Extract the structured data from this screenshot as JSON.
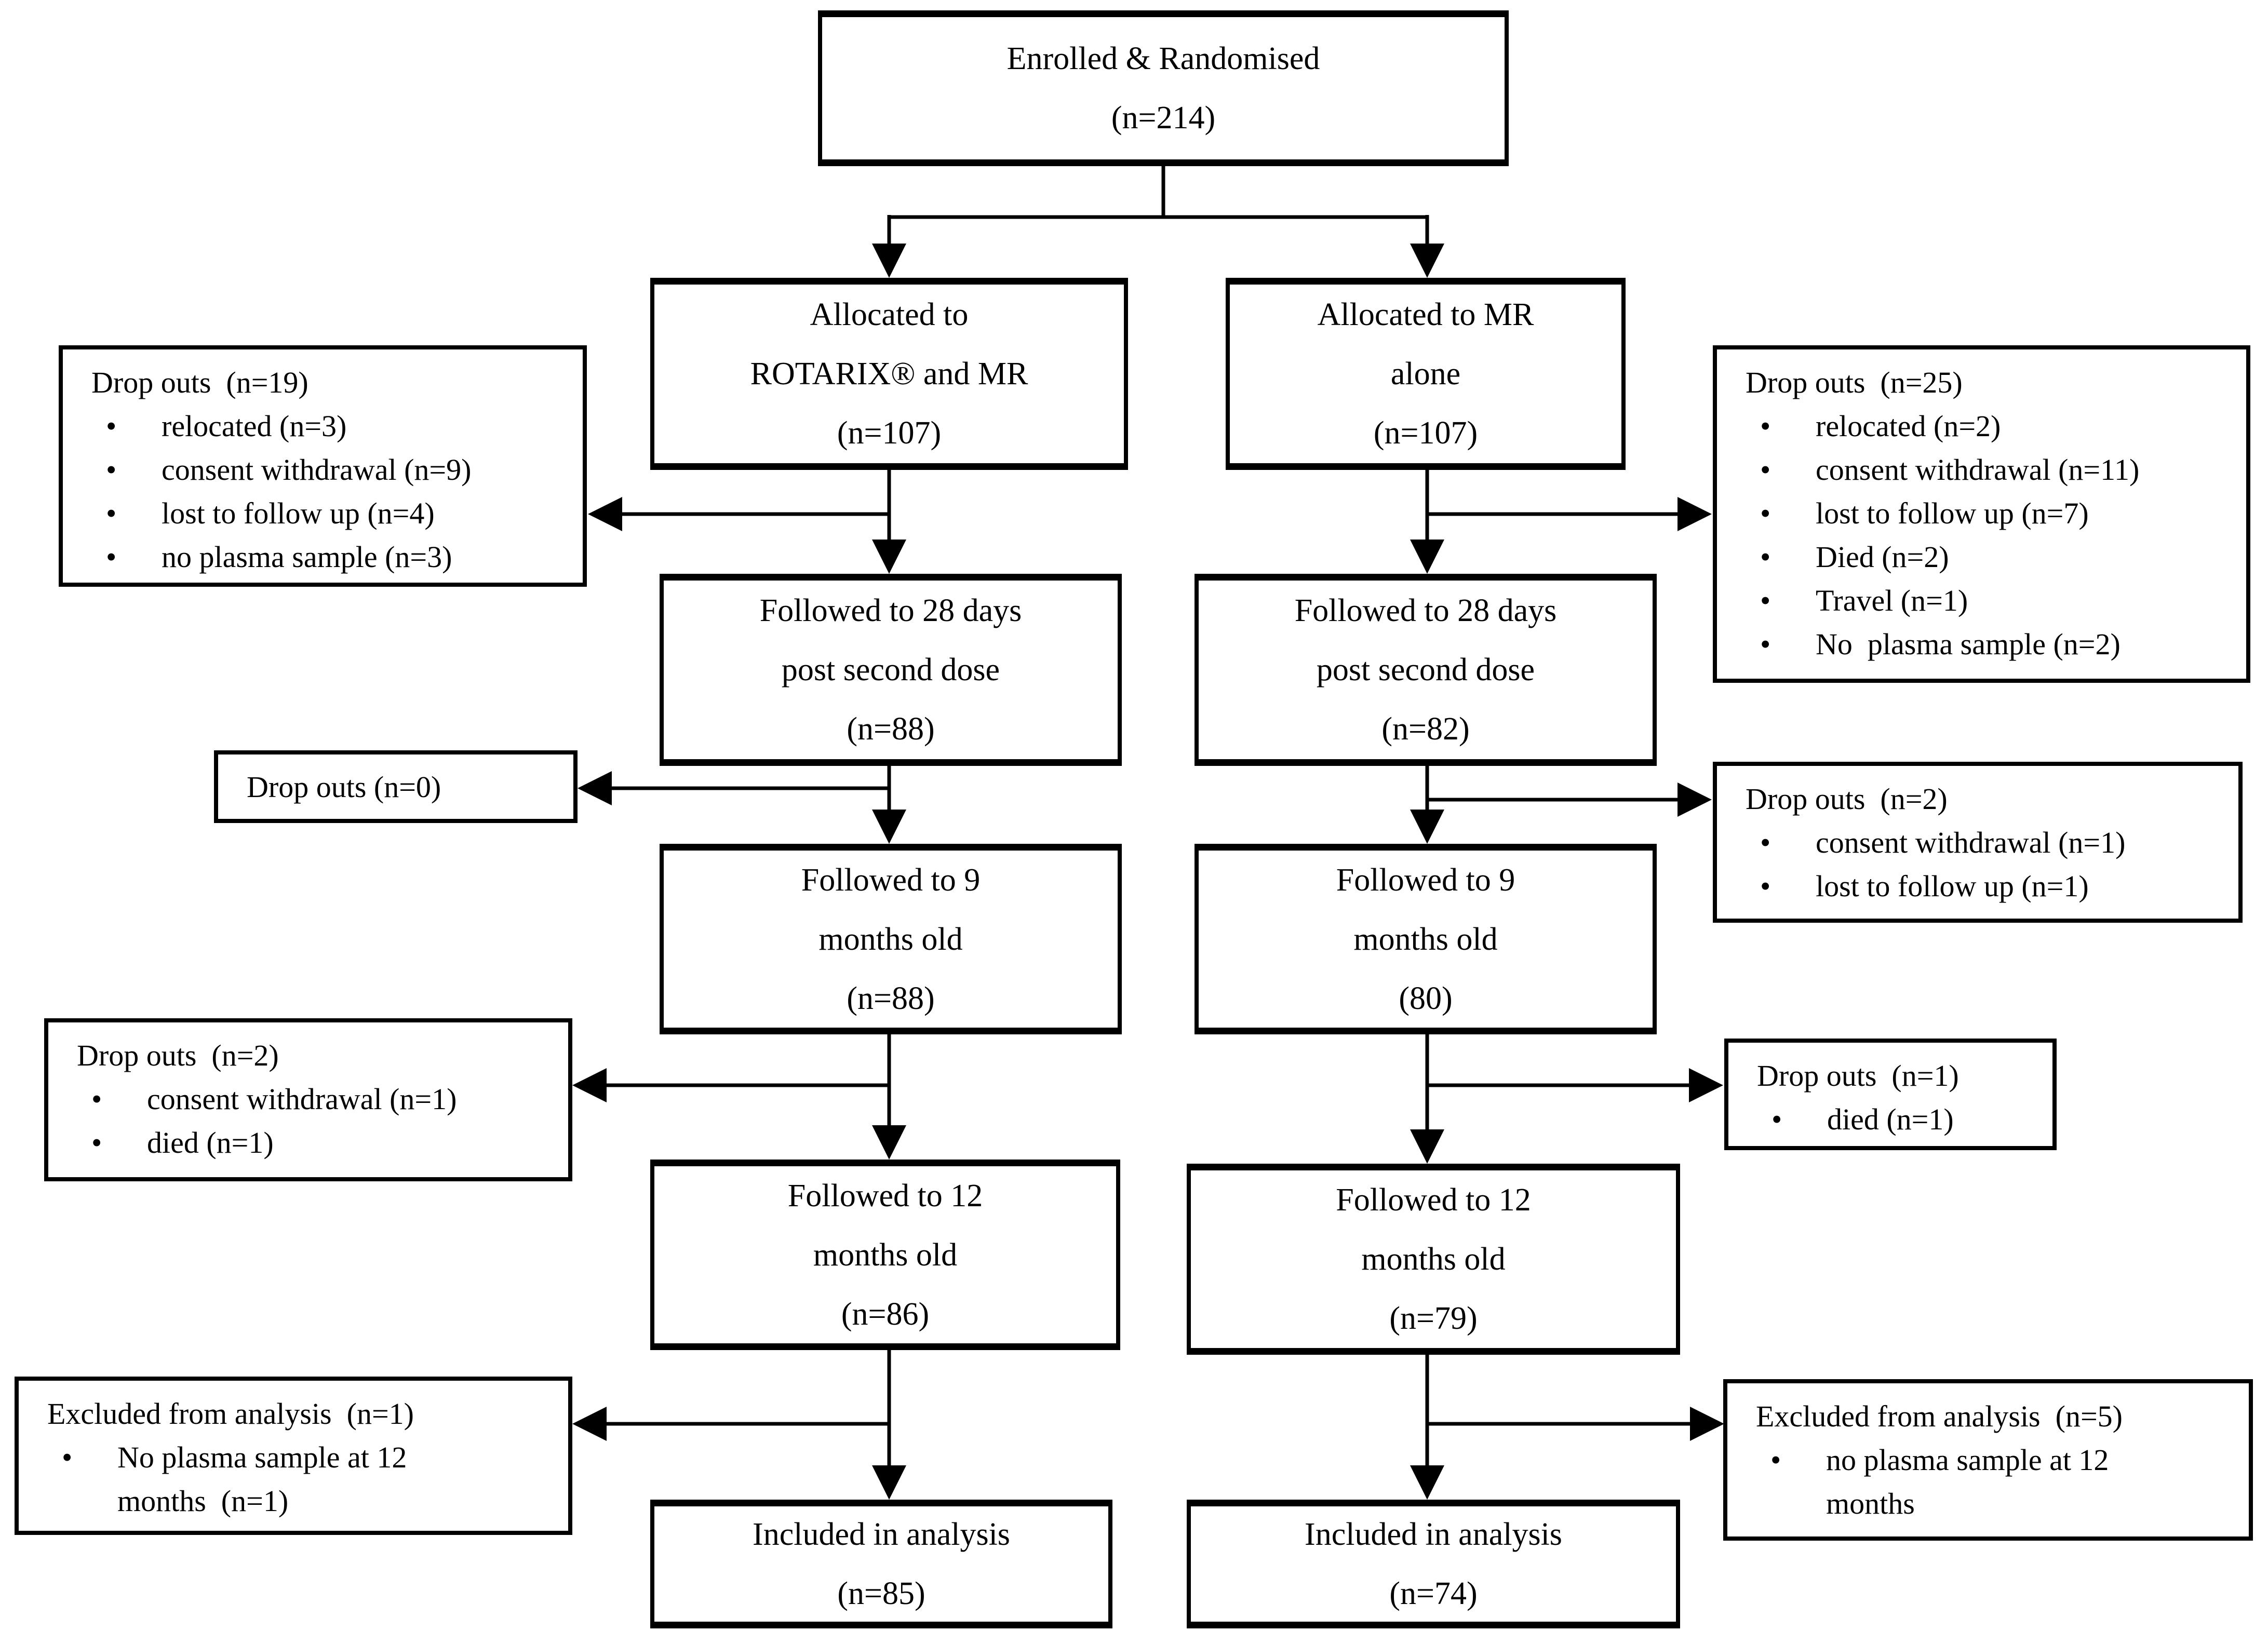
{
  "diagram": {
    "enrolled": {
      "lines": [
        "Enrolled & Randomised",
        "(n=214)"
      ]
    },
    "left": {
      "allocated": {
        "lines": [
          "Allocated to",
          "ROTARIX® and MR",
          "(n=107)"
        ]
      },
      "dropouts_after_allocation": {
        "title": "Drop outs  (n=19)",
        "items": [
          "relocated (n=3)",
          "consent withdrawal (n=9)",
          "lost to follow up (n=4)",
          "no plasma sample (n=3)"
        ]
      },
      "followed_28_days": {
        "lines": [
          "Followed to 28 days",
          "post second dose",
          "(n=88)"
        ]
      },
      "dropouts_after_28_days": {
        "title": "Drop outs  (n=0)"
      },
      "followed_9_months": {
        "lines": [
          "Followed to 9",
          "months old",
          "(n=88)"
        ]
      },
      "dropouts_after_9_months": {
        "title": "Drop outs  (n=2)",
        "items": [
          "consent withdrawal (n=1)",
          "died (n=1)"
        ]
      },
      "followed_12_months": {
        "lines": [
          "Followed to 12",
          "months old",
          "(n=86)"
        ]
      },
      "excluded": {
        "title": "Excluded from analysis  (n=1)",
        "items": [
          "No plasma sample at 12 months  (n=1)"
        ]
      },
      "included": {
        "lines": [
          "Included in analysis",
          "(n=85)"
        ]
      }
    },
    "right": {
      "allocated": {
        "lines": [
          "Allocated to MR",
          "alone",
          "(n=107)"
        ]
      },
      "dropouts_after_allocation": {
        "title": "Drop outs  (n=25)",
        "items": [
          "relocated (n=2)",
          "consent withdrawal (n=11)",
          "lost to follow up (n=7)",
          "Died (n=2)",
          "Travel (n=1)",
          "No  plasma sample (n=2)"
        ]
      },
      "followed_28_days": {
        "lines": [
          "Followed to 28 days",
          "post second dose",
          "(n=82)"
        ]
      },
      "dropouts_after_28_days": {
        "title": "Drop outs  (n=2)",
        "items": [
          "consent withdrawal (n=1)",
          "lost to follow up (n=1)"
        ]
      },
      "followed_9_months": {
        "lines": [
          "Followed to 9",
          "months old",
          "(80)"
        ]
      },
      "dropouts_after_9_months": {
        "title": "Drop outs  (n=1)",
        "items": [
          "died (n=1)"
        ]
      },
      "followed_12_months": {
        "lines": [
          "Followed to 12",
          "months old",
          "(n=79)"
        ]
      },
      "excluded": {
        "title": "Excluded from analysis  (n=5)",
        "items": [
          "no plasma sample at 12 months"
        ]
      },
      "included": {
        "lines": [
          "Included in analysis",
          "(n=74)"
        ]
      }
    }
  }
}
